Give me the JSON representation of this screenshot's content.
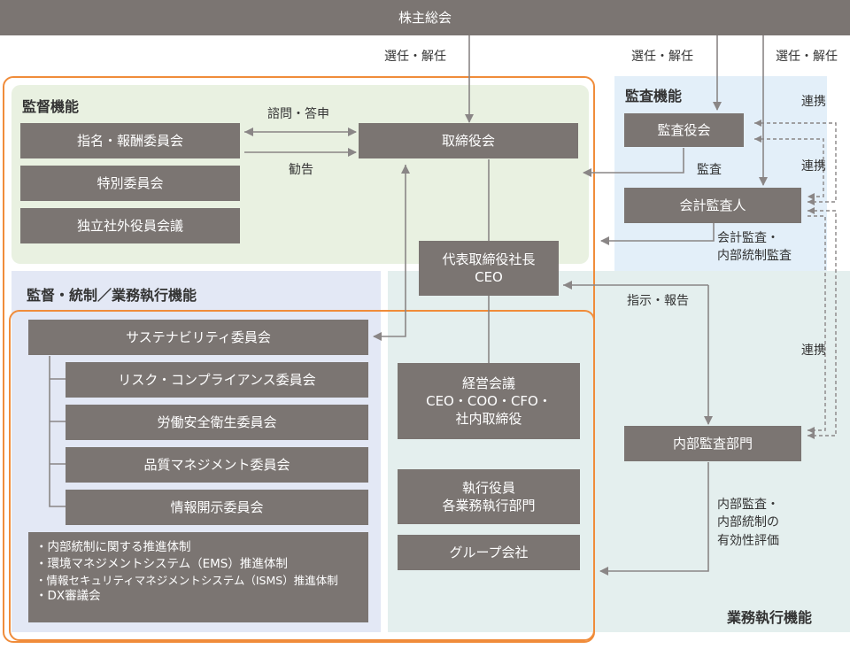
{
  "shareholders": "株主総会",
  "labels": {
    "elect1": "選任・解任",
    "elect2": "選任・解任",
    "elect3": "選任・解任",
    "consult": "諮問・答申",
    "advice": "勧告",
    "audit": "監査",
    "accounting_audit": [
      "会計監査・",
      "内部統制監査"
    ],
    "instruct": "指示・報告",
    "coop1": "連携",
    "coop2": "連携",
    "coop3": "連携",
    "internal_eval": [
      "内部監査・",
      "内部統制の",
      "有効性評価"
    ]
  },
  "regions": {
    "supervision": "監督機能",
    "audit": "監査機能",
    "supervision_control": "監督・統制／業務執行機能",
    "execution": "業務執行機能"
  },
  "boxes": {
    "nomination": "指名・報酬委員会",
    "special": "特別委員会",
    "independent": "独立社外役員会議",
    "board": "取締役会",
    "president": [
      "代表取締役社長",
      "CEO"
    ],
    "audit_board": "監査役会",
    "accounting_auditor": "会計監査人",
    "sustainability": "サステナビリティ委員会",
    "risk": "リスク・コンプライアンス委員会",
    "labor": "労働安全衛生委員会",
    "quality": "品質マネジメント委員会",
    "disclosure": "情報開示委員会",
    "mgmt_meeting": [
      "経営会議",
      "CEO・COO・CFO・",
      "社内取締役"
    ],
    "officers": [
      "執行役員",
      "各業務執行部門"
    ],
    "group": "グループ会社",
    "internal_audit": "内部監査部門"
  },
  "bullets": [
    "・内部統制に関する推進体制",
    "・環境マネジメントシステム（EMS）推進体制",
    "・情報セキュリティマネジメントシステム（ISMS）推進体制",
    "・DX審議会"
  ],
  "colors": {
    "box": "#7b7572",
    "supervision_bg": "#e9f1e1",
    "audit_bg": "#e3eff9",
    "control_bg": "#e3e8f5",
    "execution_bg": "#e4efee",
    "orange": "#f08c3a",
    "arrow": "#8a8686"
  }
}
